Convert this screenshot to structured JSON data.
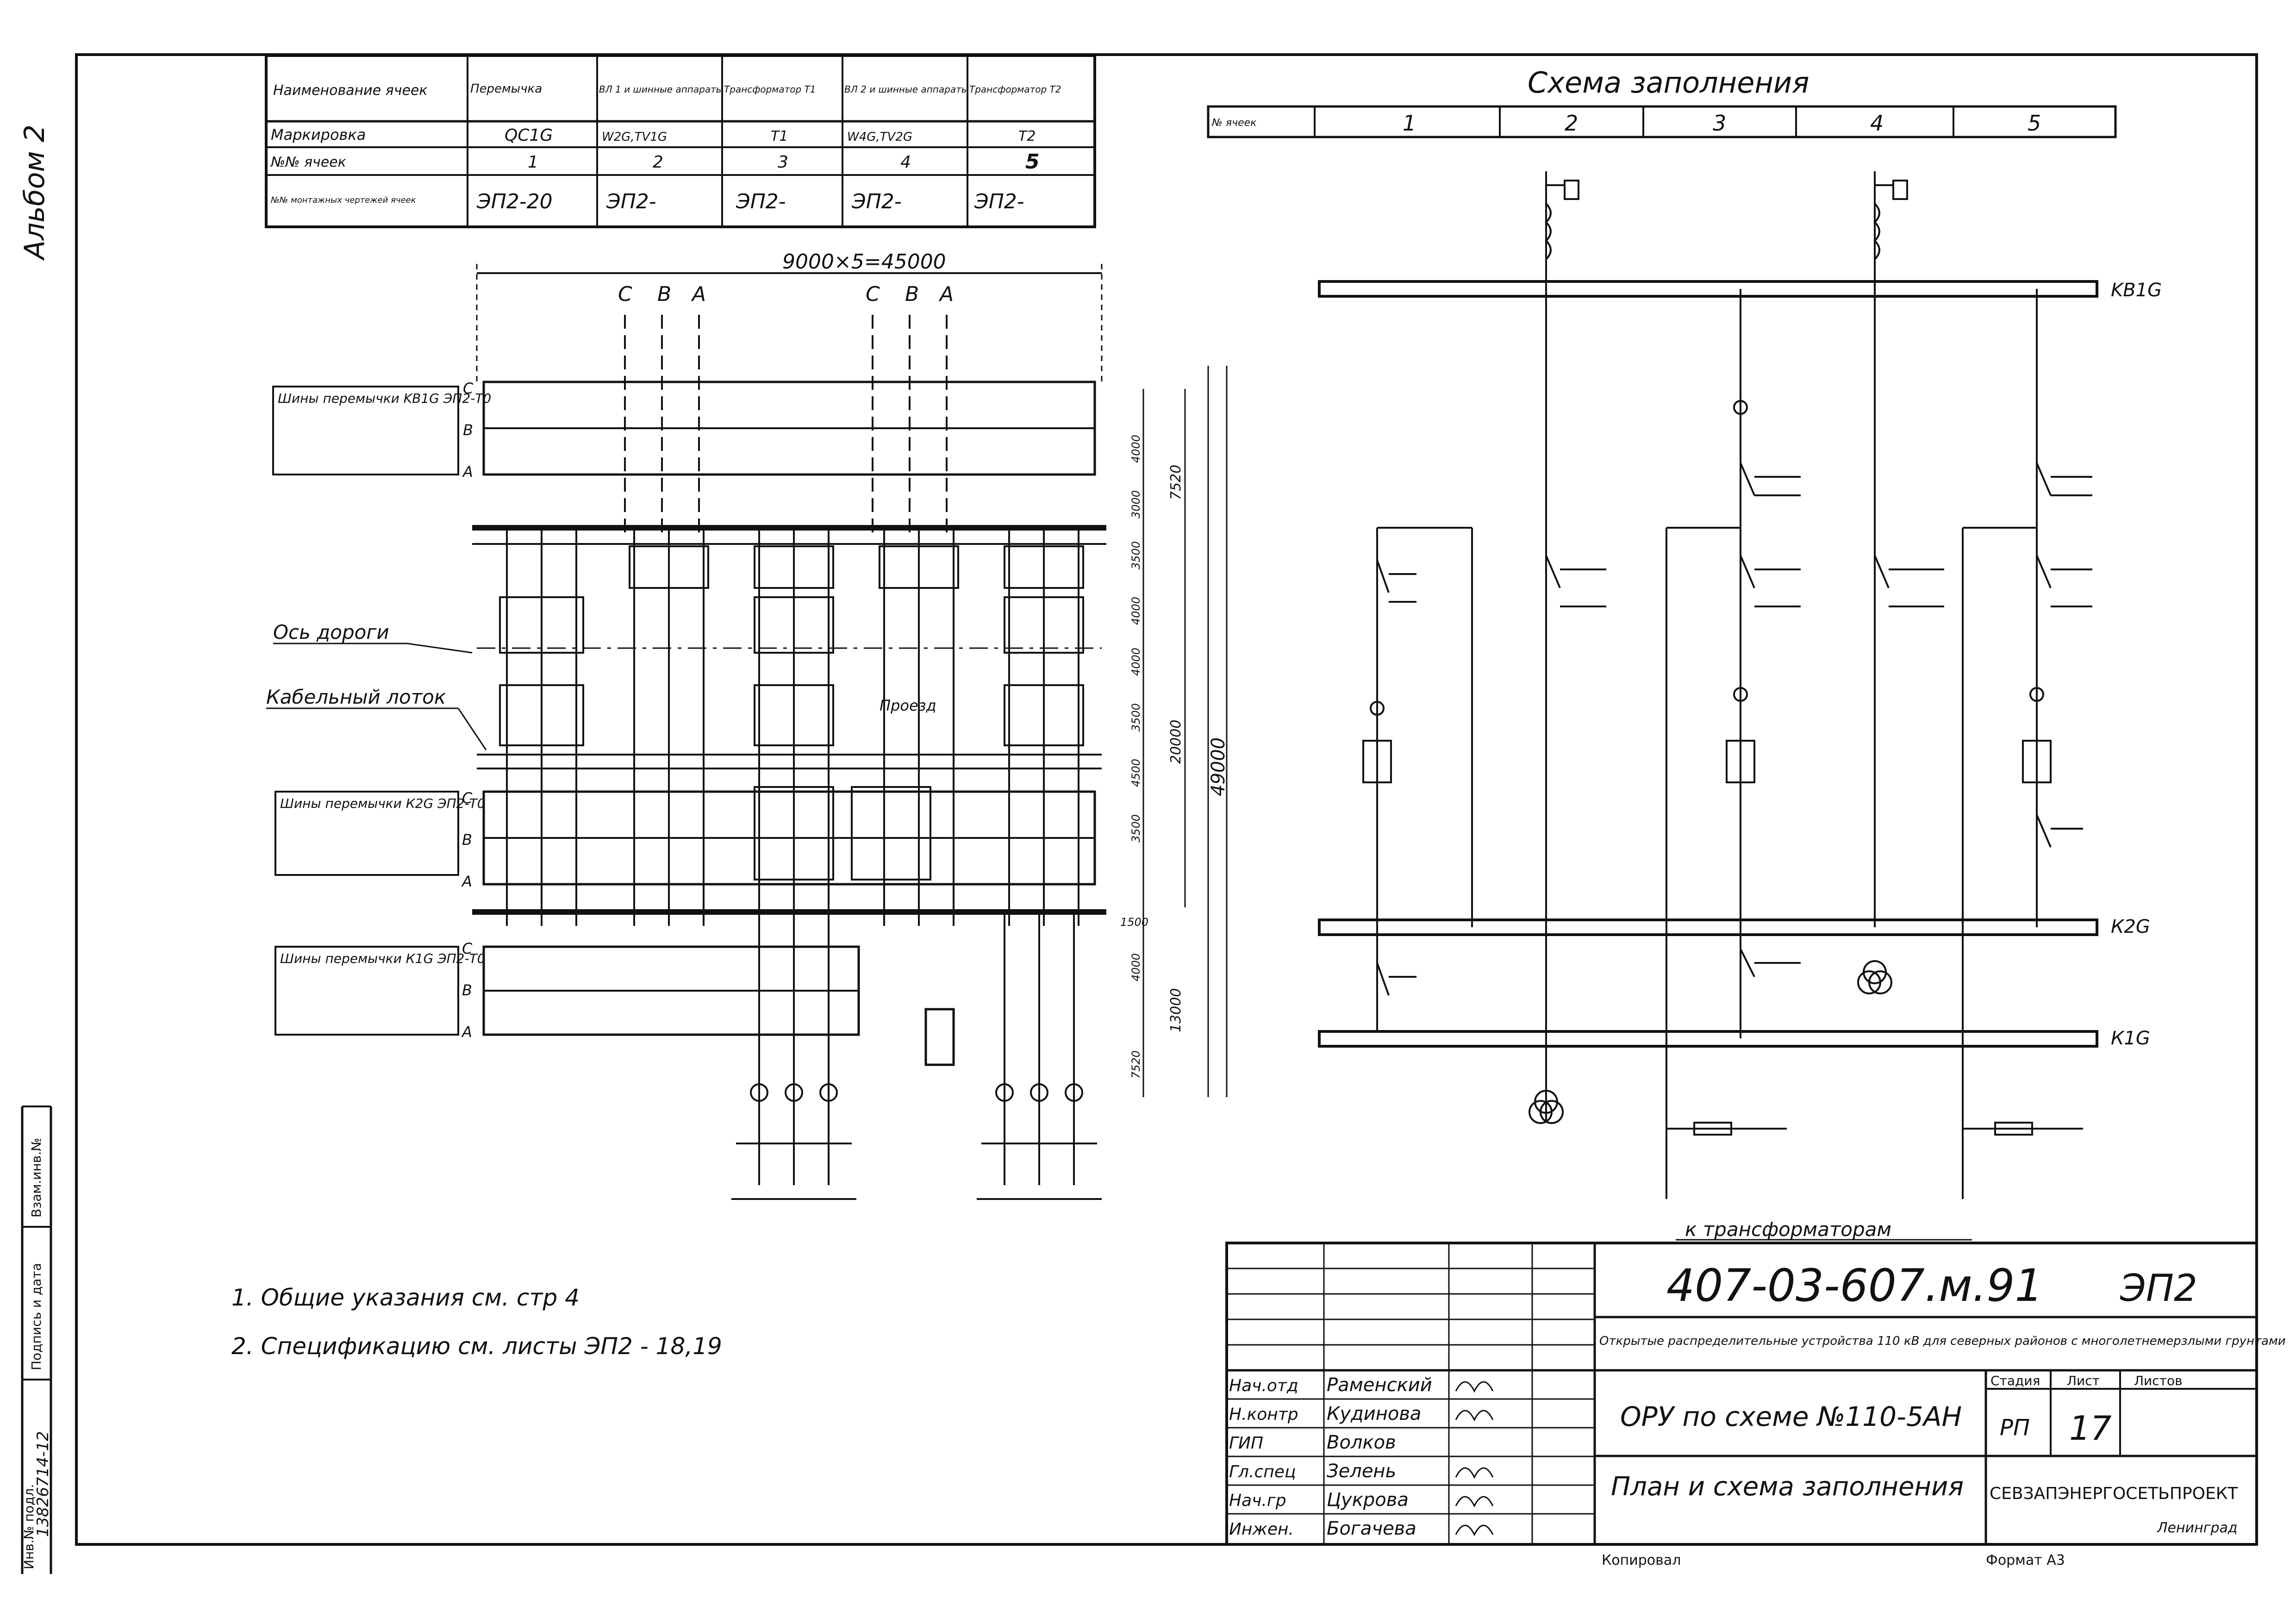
{
  "margin": {
    "album": "Альбом 2",
    "stamp_inv_orig": "Инв.№ подл.",
    "stamp_sign_date": "Подпись и дата",
    "stamp_inv_replace": "Взам.инв.№",
    "stamp_number": "13826714-12"
  },
  "cell_table": {
    "headers": [
      "Наименование ячеек",
      "Перемычка",
      "ВЛ 1 и шинные аппараты",
      "Трансформатор Т1",
      "ВЛ 2 и шинные аппараты",
      "Трансформатор Т2"
    ],
    "rows": [
      {
        "label": "Маркировка",
        "values": [
          "QC1G",
          "W2G,TV1G",
          "Т1",
          "W4G,TV2G",
          "Т2"
        ]
      },
      {
        "label": "№№ ячеек",
        "values": [
          "1",
          "2",
          "3",
          "4",
          "5"
        ]
      },
      {
        "label": "№№ монтажных чертежей ячеек",
        "values": [
          "ЭП2-20",
          "ЭП2-",
          "ЭП2-",
          "ЭП2-",
          "ЭП2-"
        ]
      }
    ]
  },
  "plan": {
    "overall_dim": "9000×5=45000",
    "phase_labels": [
      "С",
      "В",
      "А"
    ],
    "bus_kb1g": {
      "title": "Шины перемычки KB1G ЭП2-Т0"
    },
    "bus_k2g": {
      "title": "Шины перемычки К2G ЭП2-Т0"
    },
    "bus_k1g": {
      "title": "Шины перемычки К1G ЭП2-Т0"
    },
    "road_axis": "Ось дороги",
    "cable_tray": "Кабельный лоток",
    "right_dims": [
      "4000",
      "3000",
      "3500",
      "4000",
      "4000",
      "3500",
      "4500",
      "3500",
      "1500",
      "4000",
      "7520"
    ],
    "outer_dims": [
      "7520",
      "20000",
      "49000",
      "13000"
    ],
    "center_note": "Проезд"
  },
  "schematic": {
    "title": "Схема заполнения",
    "cell_header": "№ ячеек",
    "cells": [
      "1",
      "2",
      "3",
      "4",
      "5"
    ],
    "bus_labels": [
      "KB1G",
      "К2G",
      "К1G"
    ],
    "footer": "к трансформаторам"
  },
  "notes": [
    "1. Общие указания см. стр 4",
    "2. Спецификацию см. листы ЭП2 - 18,19"
  ],
  "title_block": {
    "doc_number": "407-03-607.м.91",
    "section": "ЭП2",
    "project_title": "Открытые распределительные устройства 110 кВ для северных районов с многолетнемерзлыми грунтами",
    "drawing_name": "ОРУ по схеме №110-5АН",
    "sheet_title": "План и схема заполнения",
    "org": "СЕВЗАПЭНЕРГОСЕТЬПРОЕКТ",
    "city": "Ленинград",
    "stage_label": "Стадия",
    "sheet_label": "Лист",
    "sheets_label": "Листов",
    "stage": "РП",
    "sheet_no": "17",
    "sheets": "",
    "staff": [
      {
        "role": "Нач.отд",
        "name": "Раменский"
      },
      {
        "role": "Н.контр",
        "name": "Кудинова"
      },
      {
        "role": "ГИП",
        "name": "Волков"
      },
      {
        "role": "Гл.спец",
        "name": "Зелень"
      },
      {
        "role": "Нач.гр",
        "name": "Цукрова"
      },
      {
        "role": "Инжен.",
        "name": "Богачева"
      }
    ],
    "copied": "Копировал",
    "format": "Формат А3"
  }
}
